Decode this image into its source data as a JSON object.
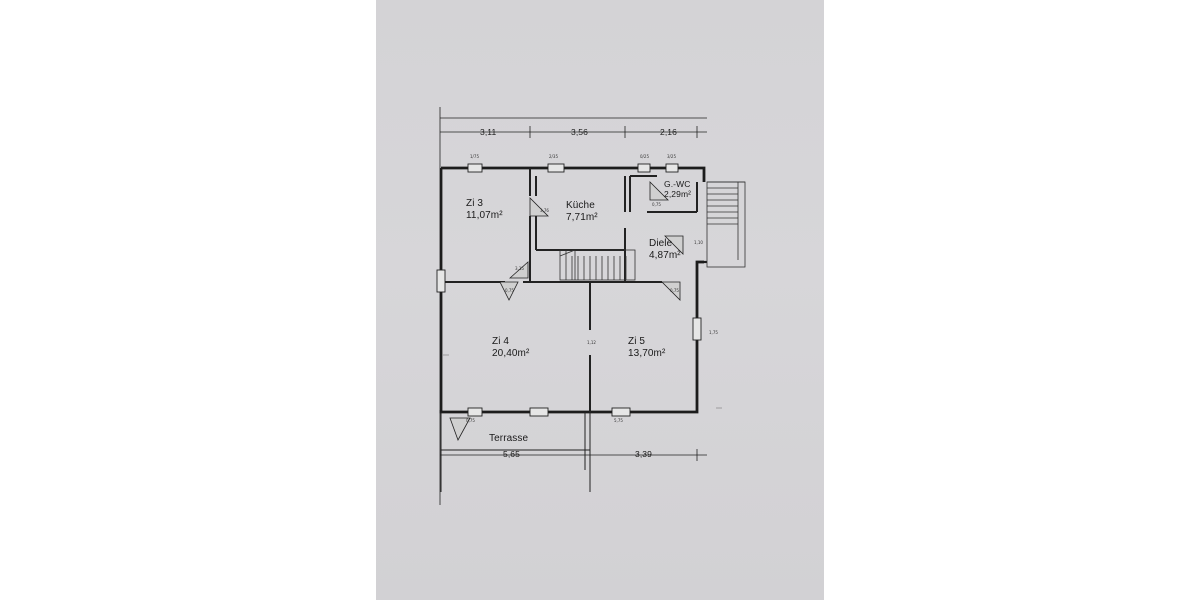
{
  "rooms": [
    {
      "name": "Zi 3",
      "area": "11,07m²"
    },
    {
      "name": "Küche",
      "area": "7,71m²"
    },
    {
      "name": "G.-WC",
      "area": "2,29m²"
    },
    {
      "name": "Diele",
      "area": "4,87m²"
    },
    {
      "name": "Zi 4",
      "area": "20,40m²"
    },
    {
      "name": "Zi 5",
      "area": "13,70m²"
    }
  ],
  "terrace": {
    "name": "Terrasse"
  },
  "dimensions": {
    "top": [
      "3,11",
      "3,56",
      "2,16"
    ],
    "bottom": [
      "5,65",
      "3,39"
    ]
  }
}
